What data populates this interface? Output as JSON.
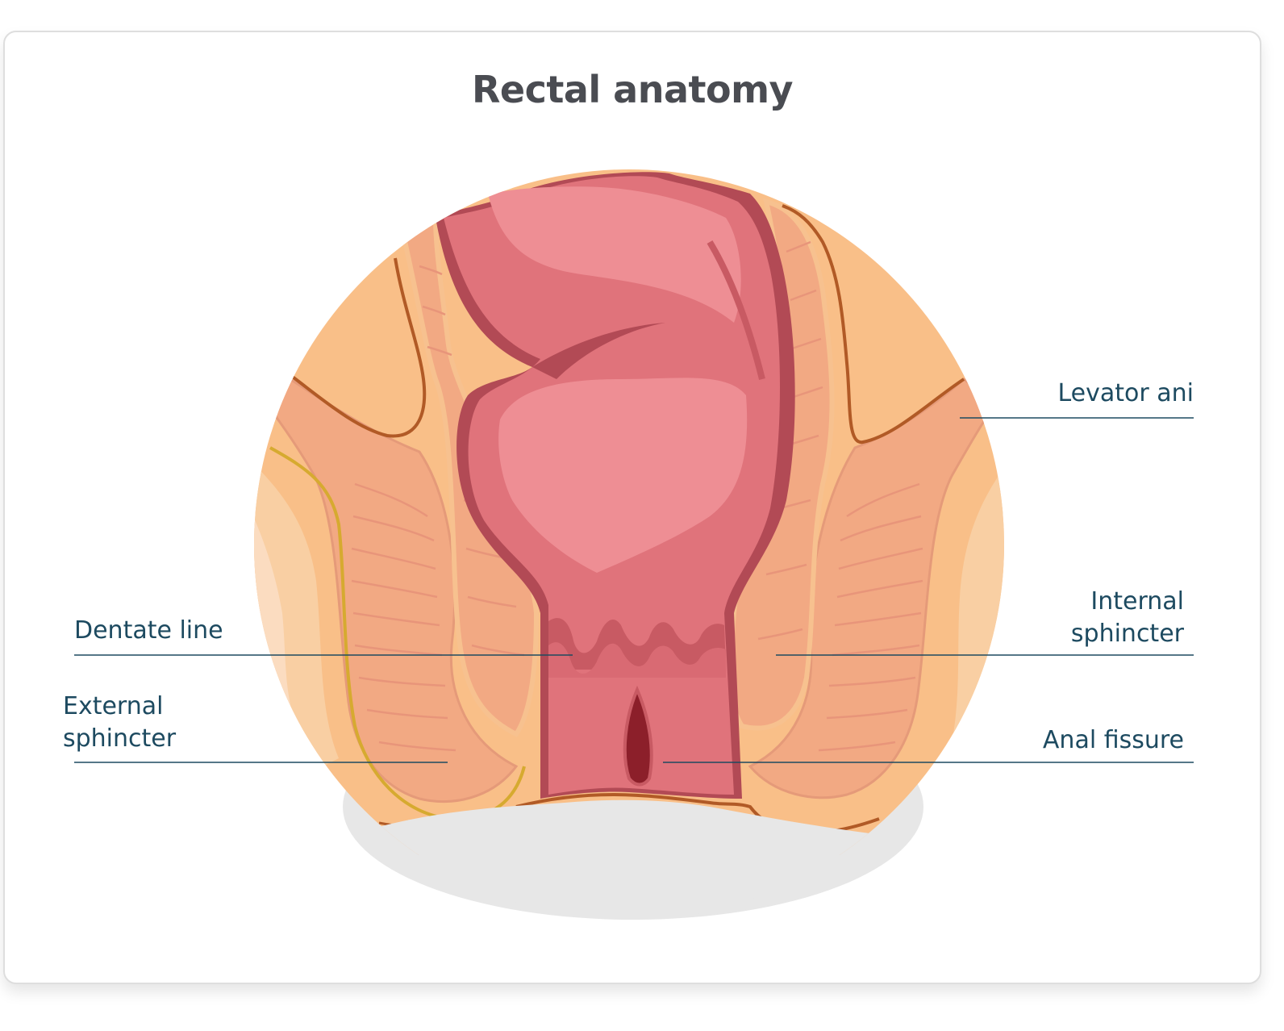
{
  "title": "Rectal anatomy",
  "labels": {
    "levator_ani": "Levator ani",
    "internal_sphincter": [
      "Internal",
      "sphincter"
    ],
    "dentate_line": "Dentate line",
    "external_sphincter": [
      "External",
      "sphincter"
    ],
    "anal_fissure": "Anal fissure"
  },
  "colors": {
    "fat": "#f9bf88",
    "muscle": "#f2a983",
    "muscle_fiber": "#e8957a",
    "mucosa": "#e0737b",
    "mucosa_light": "#ee8e94",
    "mucosa_dark": "#b24a55",
    "outline": "#b15a26",
    "nerve": "#d6aa30",
    "shadow": "#e7e7e7",
    "leader_line": "#1d4a60",
    "label_text": "#1d4a60",
    "title_text": "#4a4c52"
  }
}
